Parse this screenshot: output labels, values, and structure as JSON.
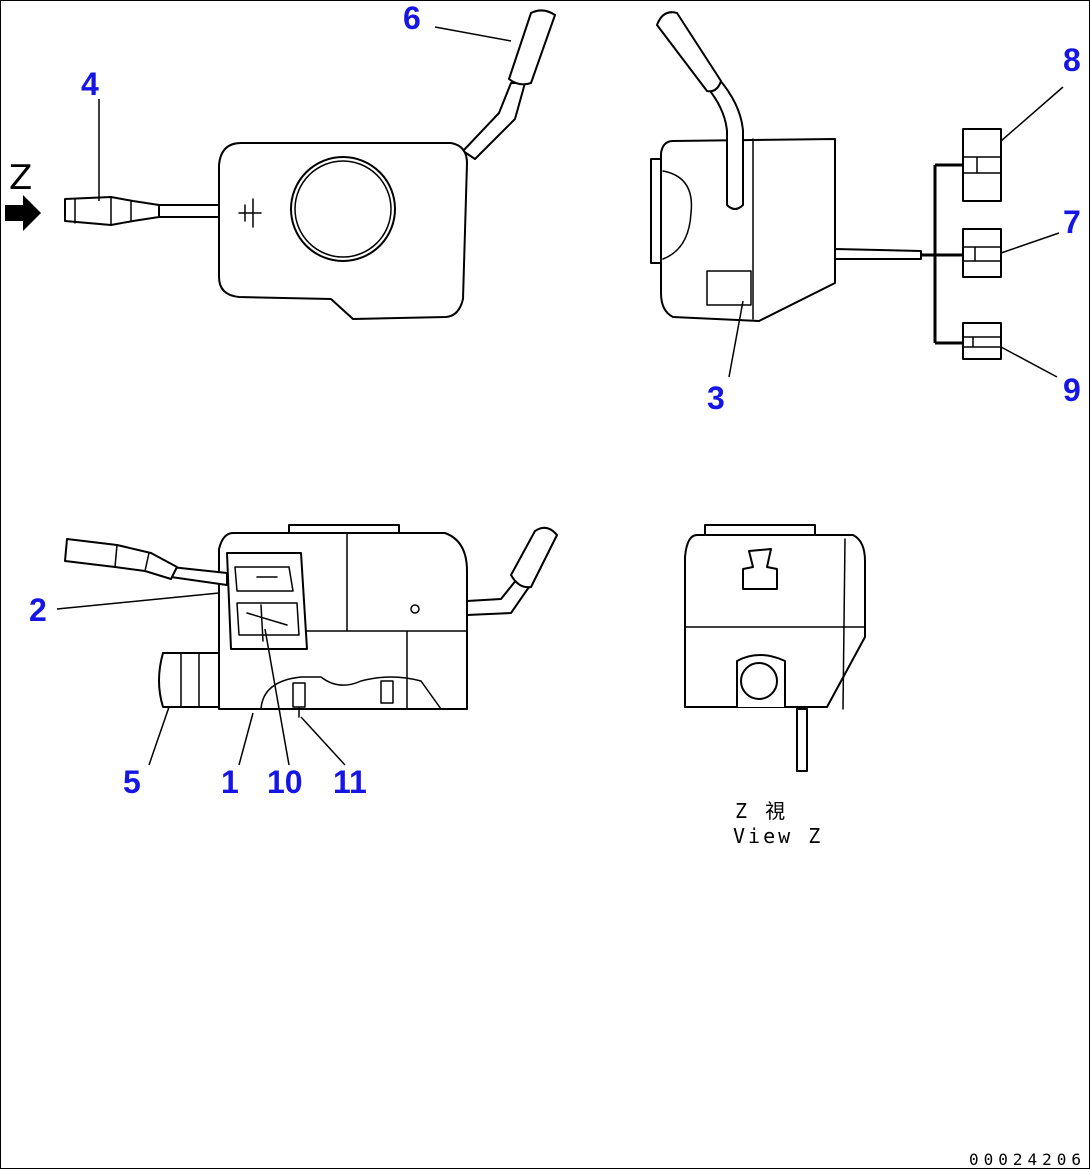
{
  "callouts": {
    "c1": "1",
    "c2": "2",
    "c3": "3",
    "c4": "4",
    "c5": "5",
    "c6": "6",
    "c7": "7",
    "c8": "8",
    "c9": "9",
    "c10": "10",
    "c11": "11"
  },
  "view_marker": "Z",
  "view_label": {
    "line1": "Z 視",
    "line2": "View Z"
  },
  "doc_number": "00024206",
  "colors": {
    "callout": "#1515e6",
    "line": "#000000",
    "background": "#ffffff"
  }
}
